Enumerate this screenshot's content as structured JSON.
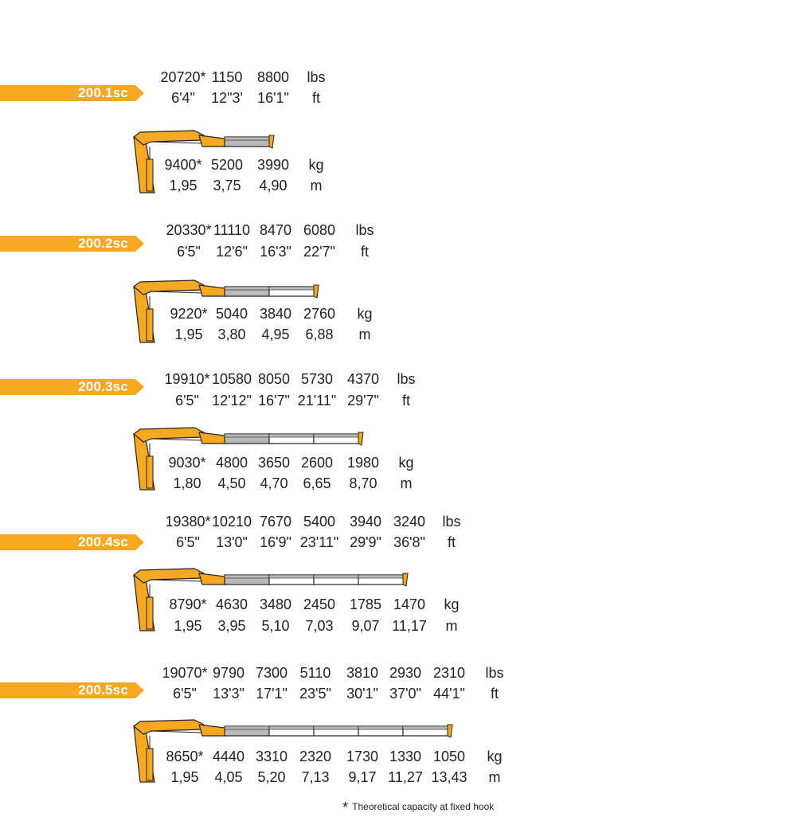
{
  "colors": {
    "accent": "#f7a823",
    "boom_gray": "#b9b9b9",
    "outline": "#222222"
  },
  "models": [
    {
      "name": "200.1sc",
      "imperial": {
        "capacity": [
          "20720*",
          "1150",
          "8800"
        ],
        "reach": [
          "6'4\"",
          "12\"3'",
          "16'1\""
        ]
      },
      "metric": {
        "capacity": [
          "9400*",
          "5200",
          "3990"
        ],
        "reach": [
          "1,95",
          "3,75",
          "4,90"
        ]
      },
      "units": {
        "lbs": "lbs",
        "ft": "ft",
        "kg": "kg",
        "m": "m"
      },
      "extensions": 1
    },
    {
      "name": "200.2sc",
      "imperial": {
        "capacity": [
          "20330*",
          "11110",
          "8470",
          "6080"
        ],
        "reach": [
          "6'5\"",
          "12'6\"",
          "16'3\"",
          "22'7\""
        ]
      },
      "metric": {
        "capacity": [
          "9220*",
          "5040",
          "3840",
          "2760"
        ],
        "reach": [
          "1,95",
          "3,80",
          "4,95",
          "6,88"
        ]
      },
      "units": {
        "lbs": "lbs",
        "ft": "ft",
        "kg": "kg",
        "m": "m"
      },
      "extensions": 2
    },
    {
      "name": "200.3sc",
      "imperial": {
        "capacity": [
          "19910*",
          "10580",
          "8050",
          "5730",
          "4370"
        ],
        "reach": [
          "6'5\"",
          "12'12\"",
          "16'7\"",
          "21'11\"",
          "29'7\""
        ]
      },
      "metric": {
        "capacity": [
          "9030*",
          "4800",
          "3650",
          "2600",
          "1980"
        ],
        "reach": [
          "1,80",
          "4,50",
          "4,70",
          "6,65",
          "8,70"
        ]
      },
      "units": {
        "lbs": "lbs",
        "ft": "ft",
        "kg": "kg",
        "m": "m"
      },
      "extensions": 3
    },
    {
      "name": "200.4sc",
      "imperial": {
        "capacity": [
          "19380*",
          "10210",
          "7670",
          "5400",
          "3940",
          "3240"
        ],
        "reach": [
          "6'5\"",
          "13'0\"",
          "16'9\"",
          "23'11\"",
          "29'9\"",
          "36'8\""
        ]
      },
      "metric": {
        "capacity": [
          "8790*",
          "4630",
          "3480",
          "2450",
          "1785",
          "1470"
        ],
        "reach": [
          "1,95",
          "3,95",
          "5,10",
          "7,03",
          "9,07",
          "11,17"
        ]
      },
      "units": {
        "lbs": "lbs",
        "ft": "ft",
        "kg": "kg",
        "m": "m"
      },
      "extensions": 4
    },
    {
      "name": "200.5sc",
      "imperial": {
        "capacity": [
          "19070*",
          "9790",
          "7300",
          "5110",
          "3810",
          "2930",
          "2310"
        ],
        "reach": [
          "6'5\"",
          "13'3\"",
          "17'1\"",
          "23'5\"",
          "30'1\"",
          "37'0\"",
          "44'1\""
        ]
      },
      "metric": {
        "capacity": [
          "8650*",
          "4440",
          "3310",
          "2320",
          "1730",
          "1330",
          "1050"
        ],
        "reach": [
          "1,95",
          "4,05",
          "5,20",
          "7,13",
          "9,17",
          "11,27",
          "13,43"
        ]
      },
      "units": {
        "lbs": "lbs",
        "ft": "ft",
        "kg": "kg",
        "m": "m"
      },
      "extensions": 5
    }
  ],
  "footnote": {
    "symbol": "*",
    "text": "Theoretical capacity at fixed hook"
  }
}
